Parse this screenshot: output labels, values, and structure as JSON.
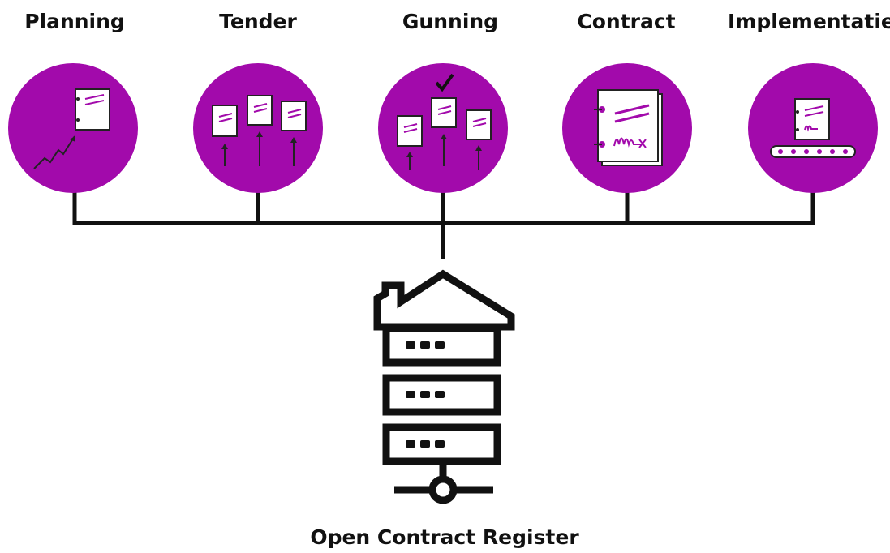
{
  "stages": [
    {
      "label": "Planning",
      "icon": "planning-chart-icon"
    },
    {
      "label": "Tender",
      "icon": "tender-documents-icon"
    },
    {
      "label": "Gunning",
      "icon": "award-check-icon"
    },
    {
      "label": "Contract",
      "icon": "signed-contract-icon"
    },
    {
      "label": "Implementatie",
      "icon": "conveyor-document-icon"
    }
  ],
  "register": {
    "label": "Open Contract Register",
    "icon": "server-house-icon"
  },
  "colors": {
    "accent": "#a20aab",
    "line": "#111111",
    "paper": "#ffffff",
    "ink": "#a20aab"
  }
}
